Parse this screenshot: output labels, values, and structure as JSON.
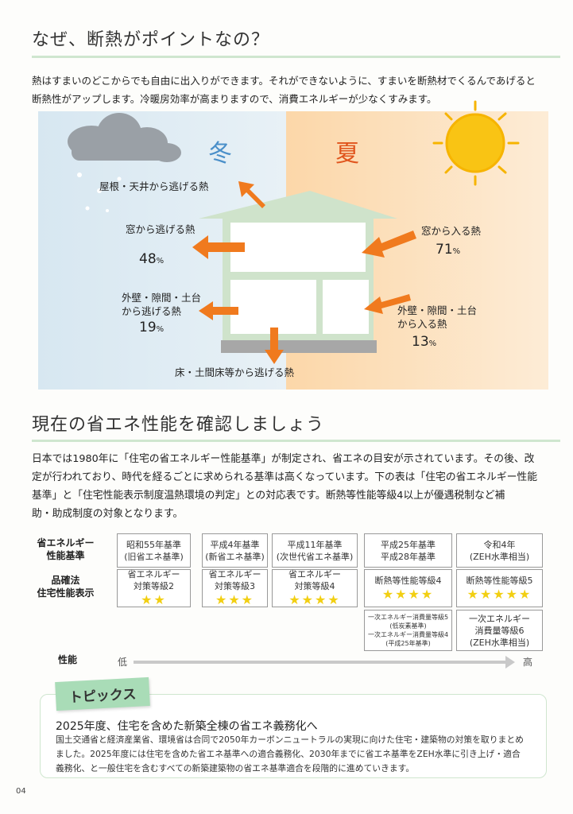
{
  "section1": {
    "title": "なぜ、断熱がポイントなの？",
    "intro": [
      "熱はすまいのどこからでも自由に出入りができます。それができないように、すまいを断熱材でくるんであげると",
      "断熱性がアップします。冷暖房効率が高まりますので、消費エネルギーが少なくすみます。"
    ],
    "winter_label": "冬",
    "summer_label": "夏",
    "roof": "屋根・天井から逃げる熱",
    "winter_window": {
      "label": "窓から逃げる熱",
      "value": "48",
      "unit": "%"
    },
    "winter_wall": {
      "label": [
        "外壁・隙間・土台",
        "から逃げる熱"
      ],
      "value": "19",
      "unit": "%"
    },
    "floor": "床・土間床等から逃げる熱",
    "summer_window": {
      "label": "窓から入る熱",
      "value": "71",
      "unit": "%"
    },
    "summer_wall": {
      "label": [
        "外壁・隙間・土台",
        "から入る熱"
      ],
      "value": "13",
      "unit": "%"
    },
    "colors": {
      "winter_bg": "#dceaf3",
      "summer_bg": "#fbdcb5",
      "arrow": "#f07a1e",
      "house": "#cfe3cb",
      "sun": "#f6b400"
    }
  },
  "section2": {
    "title": "現在の省エネ性能を確認しましょう",
    "body": [
      "日本では1980年に「住宅の省エネルギー性能基準」が制定され、省エネの目安が示されています。その後、改",
      "定が行われており、時代を経るごとに求められる基準は高くなっています。下の表は「住宅の省エネルギー性能",
      "基準」と「住宅性能表示制度温熱環境の判定」との対応表です。断熱等性能等級4以上が優遇税制など補",
      "助・助成制度の対象となります。"
    ],
    "row_headers": {
      "standard": [
        "省エネルギー",
        "性能基準"
      ],
      "law": [
        "品確法",
        "住宅性能表示"
      ],
      "performance": "性能"
    },
    "standards": [
      [
        "昭和55年基準",
        "(旧省エネ基準)"
      ],
      [
        "平成4年基準",
        "(新省エネ基準)"
      ],
      [
        "平成11年基準",
        "(次世代省エネ基準)"
      ],
      [
        "平成25年基準",
        "平成28年基準"
      ],
      [
        "令和4年",
        "(ZEH水準相当)"
      ]
    ],
    "grades": [
      {
        "label": [
          "省エネルギー",
          "対策等級2"
        ],
        "stars": 2
      },
      {
        "label": [
          "省エネルギー",
          "対策等級3"
        ],
        "stars": 3
      },
      {
        "label": [
          "省エネルギー",
          "対策等級4"
        ],
        "stars": 4
      },
      {
        "label": [
          "断熱等性能等級4"
        ],
        "stars": 4
      },
      {
        "label": [
          "断熱等性能等級5"
        ],
        "stars": 5
      }
    ],
    "primary": [
      [
        "一次エネルギー消費量等級5",
        "(低炭素基準)",
        "一次エネルギー消費量等級4",
        "(平成25年基準)"
      ],
      [
        "一次エネルギー",
        "消費量等級6",
        "(ZEH水準相当)"
      ]
    ],
    "low": "低",
    "high": "高"
  },
  "topics": {
    "tag": "トピックス",
    "heading": "2025年度、住宅を含めた新築全棟の省エネ義務化へ",
    "body": [
      "国土交通省と経済産業省、環境省は合同で2050年カーボンニュートラルの実現に向けた住宅・建築物の対策を取りまとめ",
      "ました。2025年度には住宅を含めた省エネ基準への適合義務化、2030年までに省エネ基準をZEH水準に引き上げ・適合",
      "義務化、と一般住宅を含むすべての新築建築物の省エネ基準適合を段階的に進めていきます。"
    ]
  },
  "page_number": "04"
}
